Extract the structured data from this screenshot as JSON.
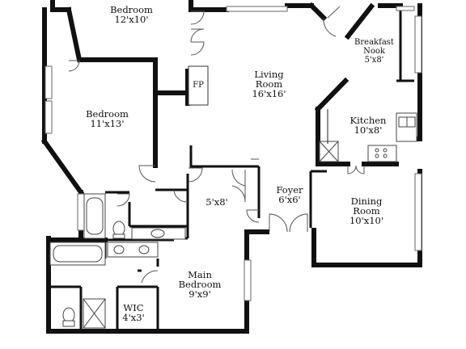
{
  "rooms": {
    "bedroom_top": {
      "name": "Bedroom",
      "size": "12'x10'"
    },
    "bedroom_left": {
      "name": "Bedroom",
      "size": "11'x13'"
    },
    "living_room": {
      "name_1": "Living",
      "name_2": "Room",
      "size": "16'x16'"
    },
    "breakfast": {
      "name_1": "Breakfast",
      "name_2": "Nook",
      "size": "5'x8'"
    },
    "kitchen": {
      "name": "Kitchen",
      "size": "10'x8'"
    },
    "fireplace": {
      "name": "FP"
    },
    "hall": {
      "size": "5'x8'"
    },
    "foyer": {
      "name": "Foyer",
      "size": "6'x6'"
    },
    "dining_room": {
      "name": "Dining",
      "name_2": "Room",
      "size": "10'x10'"
    },
    "main_bedroom": {
      "name_1": "Main",
      "name_2": "Bedroom",
      "size": "9'x9'"
    },
    "wic": {
      "name": "WIC",
      "size": "4'x3'"
    }
  }
}
